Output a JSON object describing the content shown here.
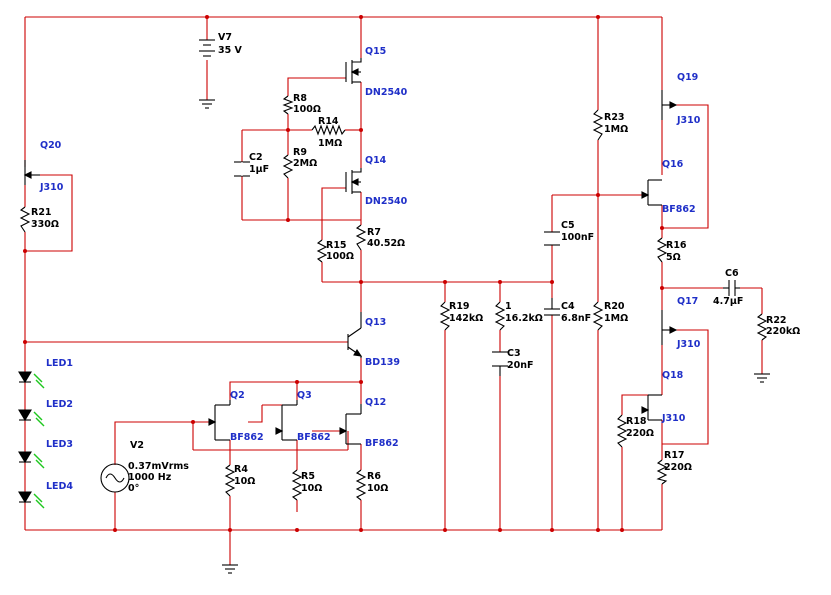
{
  "colors": {
    "wire": "#cc0000",
    "component": "#000000",
    "ref_label": "#1f2fc8",
    "led_arrow": "#1ec81e",
    "background": "#ffffff"
  },
  "components": {
    "V7": {
      "ref": "V7",
      "value": "35 V"
    },
    "Q15": {
      "ref": "Q15",
      "model": "DN2540"
    },
    "Q14": {
      "ref": "Q14",
      "model": "DN2540"
    },
    "R8": {
      "ref": "R8",
      "value": "100Ω"
    },
    "R14": {
      "ref": "R14",
      "value": "1MΩ"
    },
    "R9": {
      "ref": "R9",
      "value": "2MΩ"
    },
    "C2": {
      "ref": "C2",
      "value": "1µF"
    },
    "R7": {
      "ref": "R7",
      "value": "40.52Ω"
    },
    "R15": {
      "ref": "R15",
      "value": "100Ω"
    },
    "Q20": {
      "ref": "Q20",
      "model": "J310"
    },
    "R21": {
      "ref": "R21",
      "value": "330Ω"
    },
    "Q13": {
      "ref": "Q13",
      "model": "BD139"
    },
    "LED1": {
      "ref": "LED1"
    },
    "LED2": {
      "ref": "LED2"
    },
    "LED3": {
      "ref": "LED3"
    },
    "LED4": {
      "ref": "LED4"
    },
    "Q2": {
      "ref": "Q2",
      "model": "BF862"
    },
    "Q3": {
      "ref": "Q3",
      "model": "BF862"
    },
    "Q12": {
      "ref": "Q12",
      "model": "BF862"
    },
    "V2": {
      "ref": "V2",
      "amplitude": "0.37mVrms",
      "frequency": "1000 Hz",
      "phase": "0°"
    },
    "R4": {
      "ref": "R4",
      "value": "10Ω"
    },
    "R5": {
      "ref": "R5",
      "value": "10Ω"
    },
    "R6": {
      "ref": "R6",
      "value": "10Ω"
    },
    "R19": {
      "ref": "R19",
      "value": "142kΩ"
    },
    "R1": {
      "ref": "1",
      "value": "16.2kΩ"
    },
    "C3": {
      "ref": "C3",
      "value": "20nF"
    },
    "C5": {
      "ref": "C5",
      "value": "100nF"
    },
    "C4": {
      "ref": "C4",
      "value": "6.8nF"
    },
    "R23": {
      "ref": "R23",
      "value": "1MΩ"
    },
    "R20": {
      "ref": "R20",
      "value": "1MΩ"
    },
    "Q19": {
      "ref": "Q19",
      "model": "J310"
    },
    "Q16": {
      "ref": "Q16",
      "model": "BF862"
    },
    "R16": {
      "ref": "R16",
      "value": "5Ω"
    },
    "C6": {
      "ref": "C6",
      "value": "4.7µF"
    },
    "R22": {
      "ref": "R22",
      "value": "220kΩ"
    },
    "Q17": {
      "ref": "Q17",
      "model": "J310"
    },
    "Q18": {
      "ref": "Q18",
      "model": "J310"
    },
    "R18": {
      "ref": "R18",
      "value": "220Ω"
    },
    "R17": {
      "ref": "R17",
      "value": "220Ω"
    }
  }
}
